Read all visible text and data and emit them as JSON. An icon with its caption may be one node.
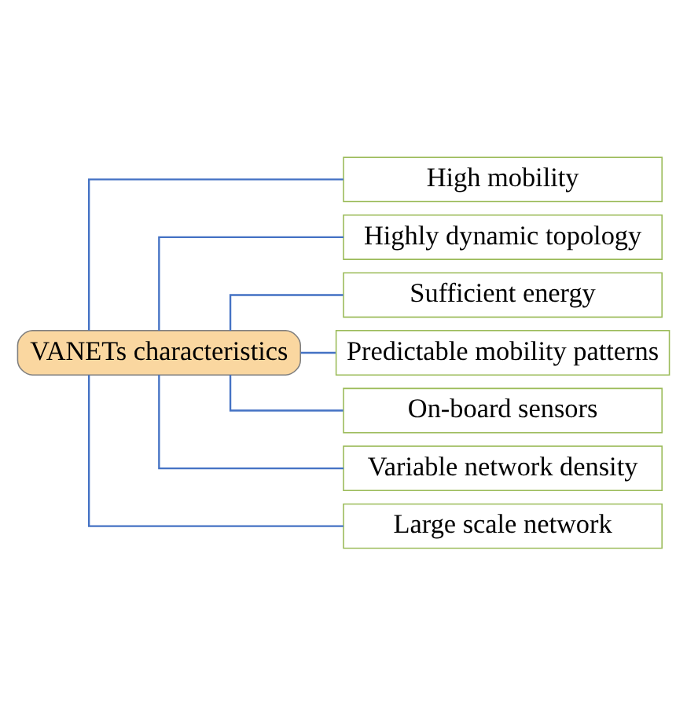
{
  "diagram": {
    "nodes": [
      {
        "text": [
          "VANETs characteristics"
        ]
      },
      {
        "text": [
          "High mobility"
        ]
      },
      {
        "text": [
          "Highly dynamic topology"
        ]
      },
      {
        "text": [
          "Sufficient energy"
        ]
      },
      {
        "text": [
          "Predictable mobility patterns"
        ]
      },
      {
        "text": [
          "On-board sensors"
        ]
      },
      {
        "text": [
          "Variable network density"
        ]
      },
      {
        "text": [
          "Large scale network"
        ]
      }
    ],
    "edges": [
      {
        "from": 0,
        "to": 1,
        "arrow": "none"
      },
      {
        "from": 0,
        "to": 2,
        "arrow": "none"
      },
      {
        "from": 0,
        "to": 3,
        "arrow": "none"
      },
      {
        "from": 0,
        "to": 4,
        "arrow": "none"
      },
      {
        "from": 0,
        "to": 5,
        "arrow": "none"
      },
      {
        "from": 0,
        "to": 6,
        "arrow": "none"
      },
      {
        "from": 0,
        "to": 7,
        "arrow": "none"
      }
    ]
  }
}
